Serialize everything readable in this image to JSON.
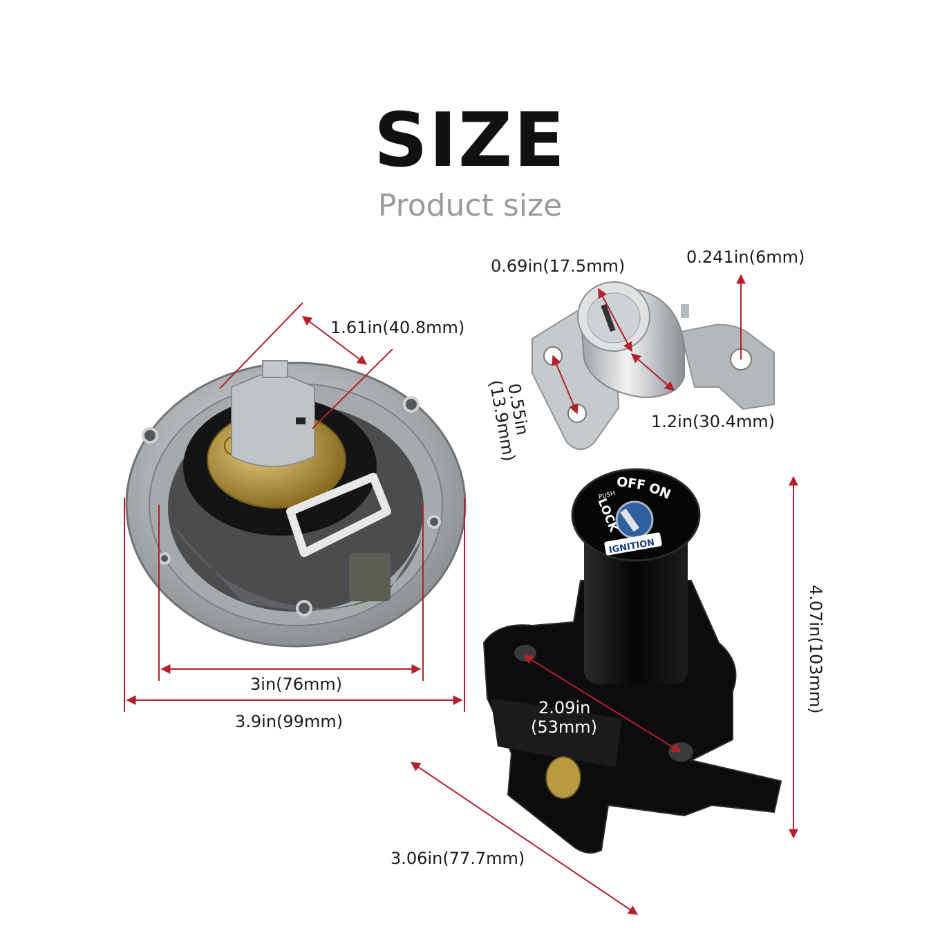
{
  "title": "SIZE",
  "subtitle": "Product size",
  "colors": {
    "arrow": "#b3202a",
    "text": "#1a1a1a",
    "subtitle": "#9a9a9a",
    "metal": "#b9bcbf",
    "black": "#101012"
  },
  "products": {
    "fuel_cap": {
      "icon": "fuel-cap-illustration"
    },
    "seat_lock": {
      "icon": "seat-lock-illustration"
    },
    "ignition_switch": {
      "icon": "ignition-switch-illustration",
      "labels": {
        "off": "OFF",
        "on": "ON",
        "lock": "LOCK",
        "push": "PUSH",
        "ignition": "IGNITION"
      }
    }
  },
  "dimensions": {
    "cap_key_width": "1.61in(40.8mm)",
    "cap_inner_diameter": "3in(76mm)",
    "cap_outer_diameter": "3.9in(99mm)",
    "lock_cylinder_diameter": "0.69in(17.5mm)",
    "lock_tab_thickness": "0.241in(6mm)",
    "lock_hole_spacing_in": "0.55in",
    "lock_hole_spacing_mm": "(13.9mm)",
    "lock_cylinder_length": "1.2in(30.4mm)",
    "ignition_height": "4.07in(103mm)",
    "ignition_hole_spacing_in": "2.09in",
    "ignition_hole_spacing_mm": "(53mm)",
    "ignition_diagonal": "3.06in(77.7mm)"
  }
}
